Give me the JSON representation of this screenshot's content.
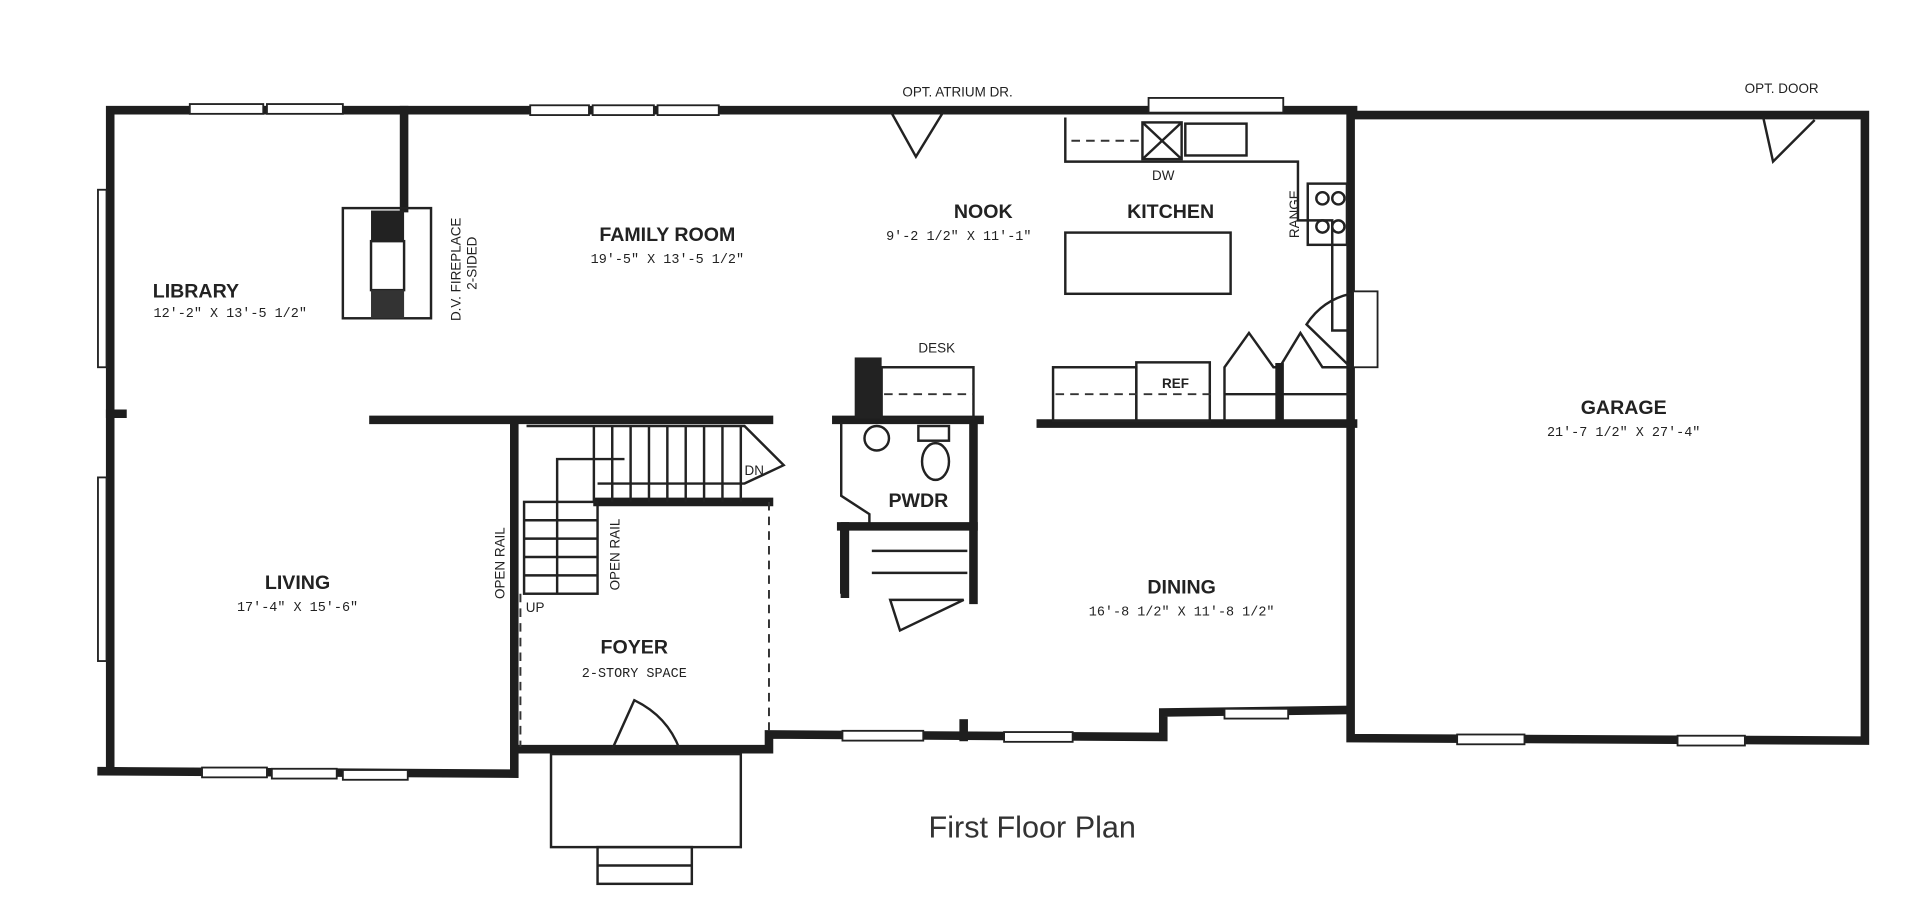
{
  "title": "First Floor Plan",
  "rooms": {
    "library": {
      "name": "LIBRARY",
      "size": "12'-2\" X 13'-5 1/2\""
    },
    "family_room": {
      "name": "FAMILY ROOM",
      "size": "19'-5\" X 13'-5 1/2\""
    },
    "nook": {
      "name": "NOOK",
      "size": "9'-2 1/2\" X 11'-1\""
    },
    "kitchen": {
      "name": "KITCHEN"
    },
    "garage": {
      "name": "GARAGE",
      "size": "21'-7 1/2\" X 27'-4\""
    },
    "living": {
      "name": "LIVING",
      "size": "17'-4\" X 15'-6\""
    },
    "foyer": {
      "name": "FOYER",
      "size": "2-STORY SPACE"
    },
    "dining": {
      "name": "DINING",
      "size": "16'-8 1/2\" X 11'-8 1/2\""
    },
    "powder": {
      "name": "PWDR"
    }
  },
  "annotations": {
    "fireplace_1": "D.V. FIREPLACE",
    "fireplace_2": "2-SIDED",
    "atrium": "OPT. ATRIUM DR.",
    "opt_door": "OPT. DOOR",
    "dw": "DW",
    "range": "RANGE",
    "ref": "REF",
    "desk": "DESK",
    "dn": "DN",
    "up": "UP",
    "open_rail_left": "OPEN RAIL",
    "open_rail_right": "OPEN RAIL"
  }
}
